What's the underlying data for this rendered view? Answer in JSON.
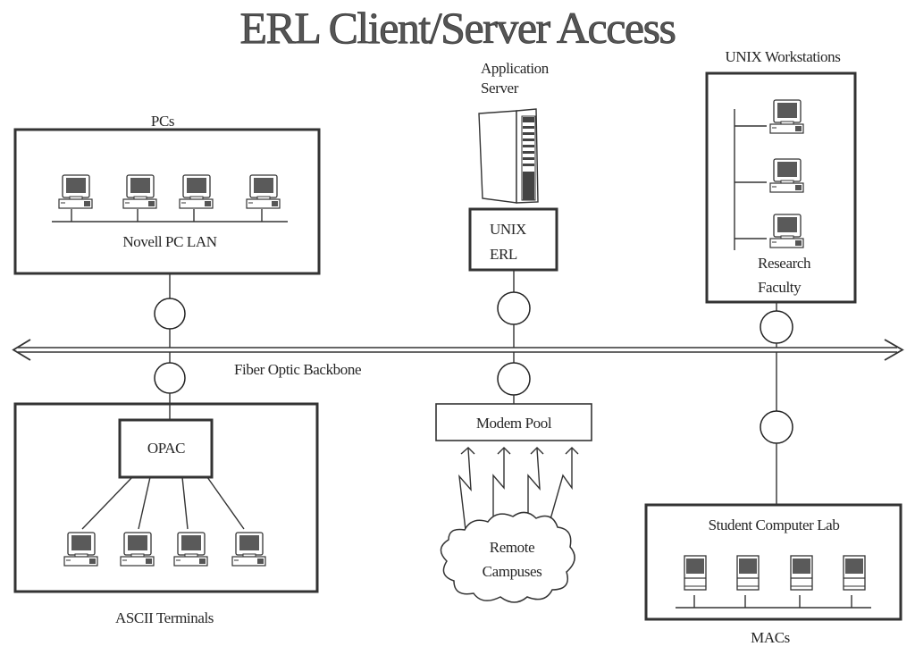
{
  "title": "ERL Client/Server Access",
  "backbone": {
    "label": "Fiber Optic Backbone",
    "bidirectional": true
  },
  "groups": {
    "pcs": {
      "caption": "PCs",
      "label": "Novell PC LAN",
      "device_count": 4,
      "device_icon": "desktop-pc-icon"
    },
    "app_server": {
      "caption_line1": "Application",
      "caption_line2": "Server",
      "box_line1": "UNIX",
      "box_line2": "ERL",
      "device_icon": "tower-server-icon"
    },
    "unix_workstations": {
      "caption": "UNIX Workstations",
      "label_line1": "Research",
      "label_line2": "Faculty",
      "device_count": 3,
      "device_icon": "workstation-icon"
    },
    "ascii_terminals": {
      "caption": "ASCII Terminals",
      "hub_label": "OPAC",
      "device_count": 4,
      "device_icon": "terminal-icon"
    },
    "modem_pool": {
      "label": "Modem Pool",
      "link_count": 4,
      "remote_label_line1": "Remote",
      "remote_label_line2": "Campuses"
    },
    "student_lab": {
      "caption": "MACs",
      "label": "Student Computer Lab",
      "device_count": 4,
      "device_icon": "mac-icon"
    }
  },
  "colors": {
    "ink": "#333333",
    "screen": "#5a5a5a",
    "title": "#555555",
    "background": "#ffffff"
  }
}
